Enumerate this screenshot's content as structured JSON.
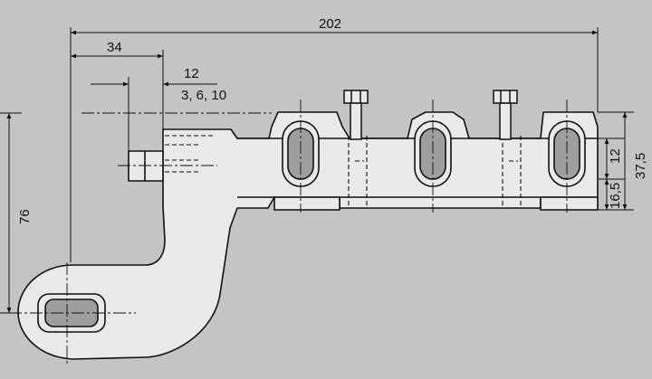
{
  "drawing": {
    "background": "#c4c4c4",
    "part_fill": "#e9e9e9",
    "hole_fill": "#9e9e9e",
    "line_color": "#111111"
  },
  "dimensions": {
    "overall_length": "202",
    "offset_34": "34",
    "pin_length": "12",
    "pin_diameters": "3, 6, 10",
    "height_76": "76",
    "rail_12": "12",
    "rail_16_5": "16,5",
    "rail_37_5": "37,5"
  }
}
